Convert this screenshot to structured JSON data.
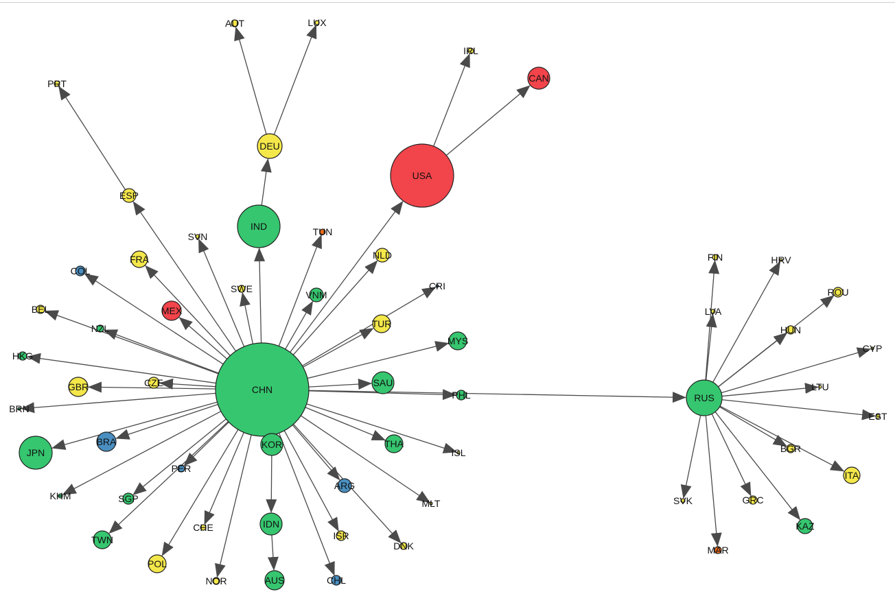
{
  "colors": {
    "green": "#36c66f",
    "yellow": "#f4e74a",
    "red": "#f2444b",
    "blue": "#4a8fc0",
    "orange": "#ec6c1c"
  },
  "nodes": [
    {
      "id": "CHN",
      "group": "green"
    },
    {
      "id": "USA",
      "group": "red"
    },
    {
      "id": "CAN",
      "group": "red"
    },
    {
      "id": "IRL",
      "group": "yellow"
    },
    {
      "id": "IND",
      "group": "green"
    },
    {
      "id": "DEU",
      "group": "yellow"
    },
    {
      "id": "AUT",
      "group": "yellow"
    },
    {
      "id": "LUX",
      "group": "yellow"
    },
    {
      "id": "PRT",
      "group": "yellow"
    },
    {
      "id": "ESP",
      "group": "yellow"
    },
    {
      "id": "SVN",
      "group": "yellow"
    },
    {
      "id": "TUN",
      "group": "orange"
    },
    {
      "id": "NLD",
      "group": "yellow"
    },
    {
      "id": "CRI",
      "group": "blue"
    },
    {
      "id": "VNM",
      "group": "green"
    },
    {
      "id": "TUR",
      "group": "yellow"
    },
    {
      "id": "MYS",
      "group": "green"
    },
    {
      "id": "SAU",
      "group": "green"
    },
    {
      "id": "PHL",
      "group": "green"
    },
    {
      "id": "SWE",
      "group": "yellow"
    },
    {
      "id": "FRA",
      "group": "yellow"
    },
    {
      "id": "COL",
      "group": "blue"
    },
    {
      "id": "MEX",
      "group": "red"
    },
    {
      "id": "BEL",
      "group": "yellow"
    },
    {
      "id": "NZL",
      "group": "green"
    },
    {
      "id": "HKG",
      "group": "green"
    },
    {
      "id": "CZE",
      "group": "yellow"
    },
    {
      "id": "GBR",
      "group": "yellow"
    },
    {
      "id": "BRN",
      "group": "green"
    },
    {
      "id": "JPN",
      "group": "green"
    },
    {
      "id": "BRA",
      "group": "blue"
    },
    {
      "id": "PER",
      "group": "blue"
    },
    {
      "id": "KHM",
      "group": "green"
    },
    {
      "id": "SGP",
      "group": "green"
    },
    {
      "id": "TWN",
      "group": "green"
    },
    {
      "id": "CHE",
      "group": "yellow"
    },
    {
      "id": "POL",
      "group": "yellow"
    },
    {
      "id": "NOR",
      "group": "yellow"
    },
    {
      "id": "KOR",
      "group": "green"
    },
    {
      "id": "IDN",
      "group": "green"
    },
    {
      "id": "AUS",
      "group": "green"
    },
    {
      "id": "CHL",
      "group": "blue"
    },
    {
      "id": "ISR",
      "group": "yellow"
    },
    {
      "id": "ARG",
      "group": "blue"
    },
    {
      "id": "DNK",
      "group": "yellow"
    },
    {
      "id": "MLT",
      "group": "yellow"
    },
    {
      "id": "THA",
      "group": "green"
    },
    {
      "id": "ISL",
      "group": "yellow"
    },
    {
      "id": "RUS",
      "group": "green"
    },
    {
      "id": "FIN",
      "group": "yellow"
    },
    {
      "id": "LVA",
      "group": "yellow"
    },
    {
      "id": "HRV",
      "group": "yellow"
    },
    {
      "id": "ROU",
      "group": "yellow"
    },
    {
      "id": "HUN",
      "group": "yellow"
    },
    {
      "id": "CYP",
      "group": "yellow"
    },
    {
      "id": "LTU",
      "group": "yellow"
    },
    {
      "id": "EST",
      "group": "yellow"
    },
    {
      "id": "BGR",
      "group": "yellow"
    },
    {
      "id": "ITA",
      "group": "yellow"
    },
    {
      "id": "KAZ",
      "group": "green"
    },
    {
      "id": "GRC",
      "group": "yellow"
    },
    {
      "id": "MAR",
      "group": "orange"
    },
    {
      "id": "SVK",
      "group": "yellow"
    }
  ],
  "edges": [
    [
      "CHN",
      "USA"
    ],
    [
      "USA",
      "CAN"
    ],
    [
      "USA",
      "IRL"
    ],
    [
      "CHN",
      "IND"
    ],
    [
      "IND",
      "DEU"
    ],
    [
      "DEU",
      "AUT"
    ],
    [
      "DEU",
      "LUX"
    ],
    [
      "CHN",
      "ESP"
    ],
    [
      "ESP",
      "PRT"
    ],
    [
      "CHN",
      "SVN"
    ],
    [
      "CHN",
      "TUN"
    ],
    [
      "CHN",
      "NLD"
    ],
    [
      "CHN",
      "CRI"
    ],
    [
      "CHN",
      "VNM"
    ],
    [
      "CHN",
      "TUR"
    ],
    [
      "CHN",
      "MYS"
    ],
    [
      "CHN",
      "SAU"
    ],
    [
      "CHN",
      "PHL"
    ],
    [
      "CHN",
      "SWE"
    ],
    [
      "CHN",
      "FRA"
    ],
    [
      "CHN",
      "COL"
    ],
    [
      "CHN",
      "MEX"
    ],
    [
      "CHN",
      "BEL"
    ],
    [
      "CHN",
      "NZL"
    ],
    [
      "CHN",
      "HKG"
    ],
    [
      "CHN",
      "CZE"
    ],
    [
      "CHN",
      "GBR"
    ],
    [
      "CHN",
      "BRN"
    ],
    [
      "CHN",
      "JPN"
    ],
    [
      "CHN",
      "BRA"
    ],
    [
      "CHN",
      "PER"
    ],
    [
      "CHN",
      "KHM"
    ],
    [
      "CHN",
      "SGP"
    ],
    [
      "CHN",
      "TWN"
    ],
    [
      "CHN",
      "CHE"
    ],
    [
      "CHN",
      "POL"
    ],
    [
      "CHN",
      "NOR"
    ],
    [
      "KOR",
      "IDN"
    ],
    [
      "IDN",
      "AUS"
    ],
    [
      "CHN",
      "CHL"
    ],
    [
      "CHN",
      "ISR"
    ],
    [
      "CHN",
      "ARG"
    ],
    [
      "CHN",
      "DNK"
    ],
    [
      "CHN",
      "MLT"
    ],
    [
      "CHN",
      "THA"
    ],
    [
      "CHN",
      "ISL"
    ],
    [
      "CHN",
      "RUS"
    ],
    [
      "RUS",
      "FIN"
    ],
    [
      "RUS",
      "LVA"
    ],
    [
      "RUS",
      "HRV"
    ],
    [
      "RUS",
      "ROU"
    ],
    [
      "RUS",
      "HUN"
    ],
    [
      "RUS",
      "CYP"
    ],
    [
      "RUS",
      "LTU"
    ],
    [
      "RUS",
      "EST"
    ],
    [
      "RUS",
      "BGR"
    ],
    [
      "RUS",
      "ITA"
    ],
    [
      "RUS",
      "KAZ"
    ],
    [
      "RUS",
      "GRC"
    ],
    [
      "RUS",
      "MAR"
    ],
    [
      "RUS",
      "SVK"
    ]
  ]
}
